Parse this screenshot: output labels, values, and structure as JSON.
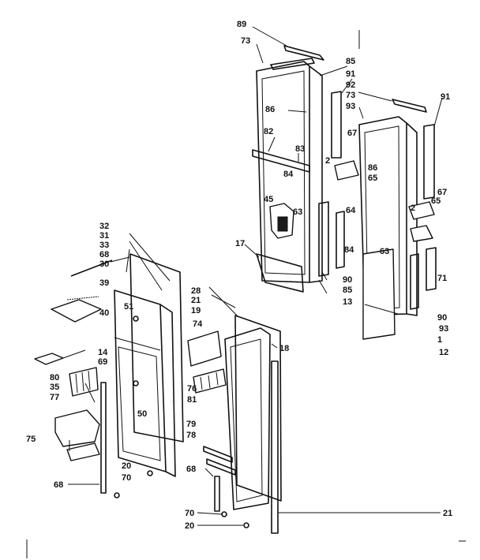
{
  "diagram": {
    "callouts": [
      {
        "id": "c89",
        "text": "89"
      },
      {
        "id": "c73a",
        "text": "73"
      },
      {
        "id": "c85a",
        "text": "85"
      },
      {
        "id": "c91a",
        "text": "91"
      },
      {
        "id": "c92",
        "text": "92"
      },
      {
        "id": "c73b",
        "text": "73"
      },
      {
        "id": "c93a",
        "text": "93"
      },
      {
        "id": "c91b",
        "text": "91"
      },
      {
        "id": "c86a",
        "text": "86"
      },
      {
        "id": "c82",
        "text": "82"
      },
      {
        "id": "c83",
        "text": "83"
      },
      {
        "id": "c67a",
        "text": "67"
      },
      {
        "id": "c2a",
        "text": "2"
      },
      {
        "id": "c86b",
        "text": "86"
      },
      {
        "id": "c65a",
        "text": "65"
      },
      {
        "id": "c84a",
        "text": "84"
      },
      {
        "id": "c63a",
        "text": "63"
      },
      {
        "id": "c45",
        "text": "45"
      },
      {
        "id": "c67b",
        "text": "67"
      },
      {
        "id": "c2b",
        "text": "2"
      },
      {
        "id": "c65b",
        "text": "65"
      },
      {
        "id": "c64",
        "text": "64"
      },
      {
        "id": "c84b",
        "text": "84"
      },
      {
        "id": "c63b",
        "text": "63"
      },
      {
        "id": "c17",
        "text": "17"
      },
      {
        "id": "c71",
        "text": "71"
      },
      {
        "id": "c90a",
        "text": "90"
      },
      {
        "id": "c85b",
        "text": "85"
      },
      {
        "id": "c13",
        "text": "13"
      },
      {
        "id": "c90b",
        "text": "90"
      },
      {
        "id": "c93b",
        "text": "93"
      },
      {
        "id": "c1",
        "text": "1"
      },
      {
        "id": "c12",
        "text": "12"
      },
      {
        "id": "c32",
        "text": "32"
      },
      {
        "id": "c31",
        "text": "31"
      },
      {
        "id": "c33",
        "text": "33"
      },
      {
        "id": "c68a",
        "text": "68"
      },
      {
        "id": "c30",
        "text": "30"
      },
      {
        "id": "c39",
        "text": "39"
      },
      {
        "id": "c40",
        "text": "40"
      },
      {
        "id": "c51",
        "text": "51"
      },
      {
        "id": "c28",
        "text": "28"
      },
      {
        "id": "c21a",
        "text": "21"
      },
      {
        "id": "c19",
        "text": "19"
      },
      {
        "id": "c74",
        "text": "74"
      },
      {
        "id": "c18",
        "text": "18"
      },
      {
        "id": "c14",
        "text": "14"
      },
      {
        "id": "c69",
        "text": "69"
      },
      {
        "id": "c80",
        "text": "80"
      },
      {
        "id": "c35",
        "text": "35"
      },
      {
        "id": "c77",
        "text": "77"
      },
      {
        "id": "c76",
        "text": "76"
      },
      {
        "id": "c81",
        "text": "81"
      },
      {
        "id": "c50",
        "text": "50"
      },
      {
        "id": "c79",
        "text": "79"
      },
      {
        "id": "c78",
        "text": "78"
      },
      {
        "id": "c75",
        "text": "75"
      },
      {
        "id": "c68b",
        "text": "68"
      },
      {
        "id": "c20a",
        "text": "20"
      },
      {
        "id": "c70a",
        "text": "70"
      },
      {
        "id": "c68c",
        "text": "68"
      },
      {
        "id": "c70b",
        "text": "70"
      },
      {
        "id": "c21b",
        "text": "21"
      },
      {
        "id": "c20b",
        "text": "20"
      }
    ]
  }
}
